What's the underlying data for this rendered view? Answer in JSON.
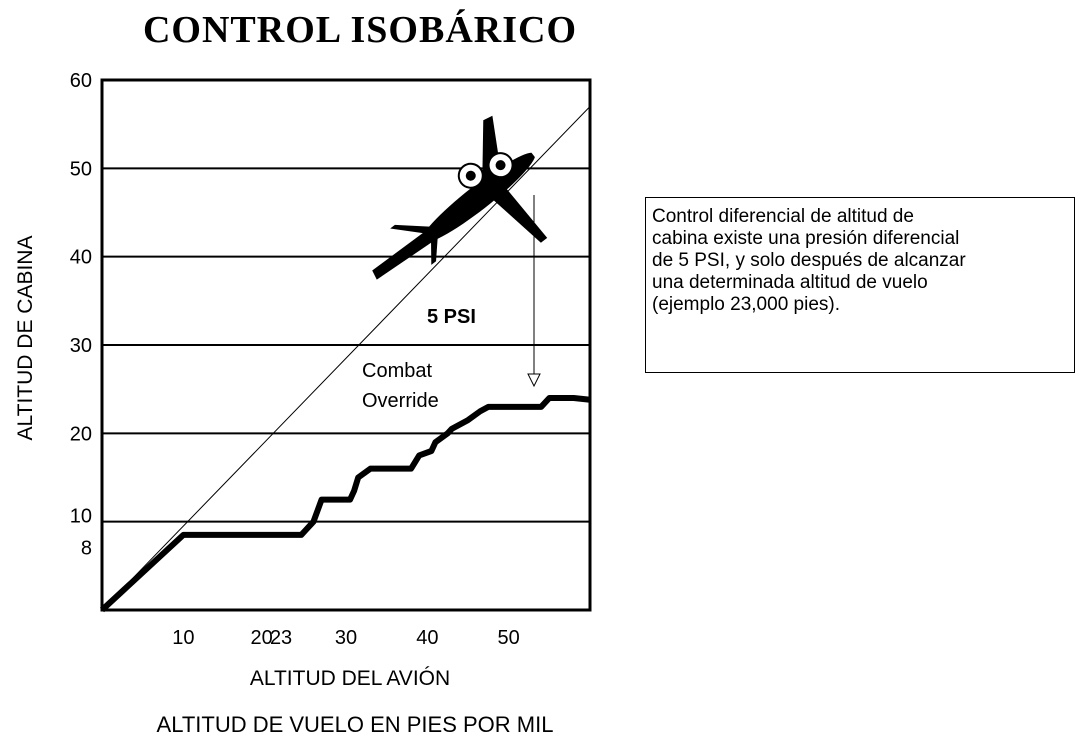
{
  "chart_data": {
    "type": "line",
    "title": "CONTROL ISOBÁRICO",
    "xlabel": "ALTITUD DEL AVIÓN",
    "xsubtitle": "ALTITUD DE VUELO EN PIES POR MIL",
    "ylabel": "ALTITUD DE CABINA",
    "xlim": [
      0,
      60
    ],
    "ylim": [
      0,
      60
    ],
    "x_ticks": [
      10,
      20,
      23,
      30,
      40,
      50
    ],
    "y_ticks": [
      8,
      10,
      20,
      30,
      40,
      50,
      60
    ],
    "horizontal_grid": [
      10,
      20,
      30,
      40,
      50
    ],
    "series": [
      {
        "style": "thin reference line",
        "x": [
          0,
          60
        ],
        "y": [
          0,
          57
        ]
      },
      {
        "style": "thick cabin altitude line",
        "x": [
          0,
          10,
          24.5,
          25,
          26,
          27,
          28.5,
          30.5,
          31,
          31.5,
          33,
          34,
          38,
          39,
          40.5,
          41,
          42.5,
          43,
          45,
          46.5,
          47.5,
          48,
          50,
          54,
          55,
          58,
          60
        ],
        "y": [
          0,
          8.5,
          8.5,
          9,
          10,
          12.5,
          12.5,
          12.5,
          13.5,
          15,
          16,
          16,
          16,
          17.5,
          18,
          19,
          20,
          20.5,
          21.5,
          22.5,
          23,
          23,
          23,
          23,
          24,
          24,
          23.8
        ]
      }
    ],
    "annotations": {
      "psi": "5 PSI",
      "override_line1": "Combat",
      "override_line2": "Override"
    },
    "note": {
      "line1": "Control diferencial de altitud de",
      "line2": "cabina existe una presión diferencial",
      "line3": "de 5 PSI, y solo después de alcanzar",
      "line4": "una  determinada  altitud de vuelo",
      "line5": "(ejemplo 23,000 pies)."
    },
    "grid": true,
    "legend": "none"
  }
}
